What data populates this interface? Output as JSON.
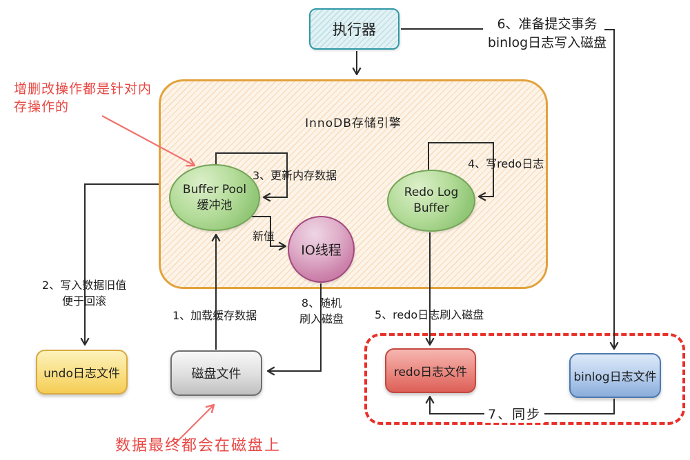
{
  "executor": {
    "label": "执行器"
  },
  "innodb": {
    "title": "InnoDB存储引擎"
  },
  "nodes": {
    "buffer_pool": {
      "line1": "Buffer Pool",
      "line2": "缓冲池"
    },
    "redo_log_buffer": {
      "line1": "Redo Log",
      "line2": "Buffer"
    },
    "io_thread": {
      "label": "IO线程"
    },
    "undo_file": {
      "label": "undo日志文件"
    },
    "disk_file": {
      "label": "磁盘文件"
    },
    "redo_file": {
      "label": "redo日志文件"
    },
    "binlog_file": {
      "label": "binlog日志文件"
    }
  },
  "steps": {
    "step1": "1、加载缓存数据",
    "step2_line1": "2、写入数据旧值",
    "step2_line2": "便于回滚",
    "step3": "3、更新内存数据",
    "step4": "4、写redo日志",
    "step5": "5、redo日志刷入磁盘",
    "step6_line1": "6、准备提交事务",
    "step6_line2": "binlog日志写入磁盘",
    "step7": "7、同步",
    "step8_line1": "8、随机",
    "step8_line2": "刷入磁盘",
    "new_value": "新值"
  },
  "annotations": {
    "memory_note_line1": "增删改操作都是针对内",
    "memory_note_line2": "存操作的",
    "disk_note": "数据最终都会在磁盘上"
  },
  "colors": {
    "innodb_border": "#e2a23c",
    "executor_border": "#2e98a6",
    "green_node": "#93c878",
    "pink_node": "#cd84ac",
    "undo_yellow": "#f5cd55",
    "disk_gray": "#c0c0c0",
    "redo_red": "#dd6058",
    "binlog_blue": "#8aadda",
    "red_accent": "#e8302a",
    "wire_black": "#2b2b2b"
  }
}
